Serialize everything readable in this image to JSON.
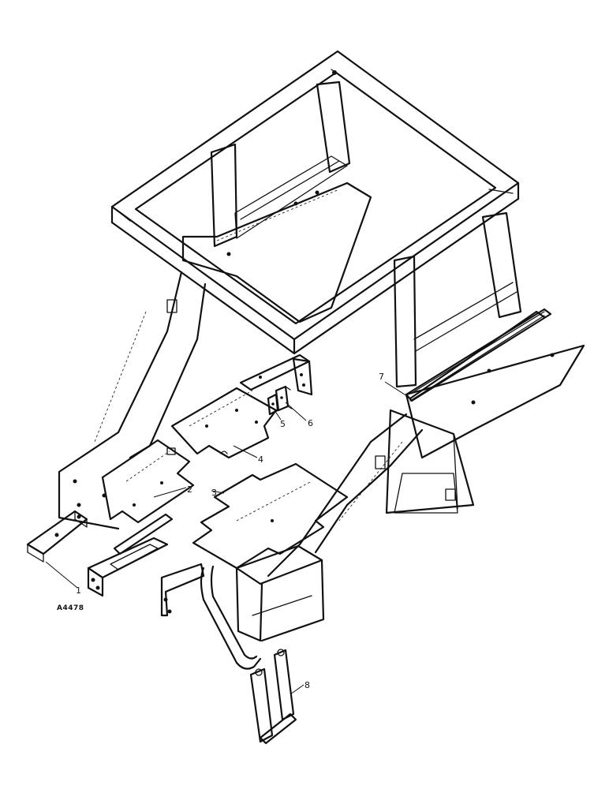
{
  "diagram": {
    "figure_code": "A4478",
    "callouts": [
      {
        "id": "1",
        "label": "1"
      },
      {
        "id": "2",
        "label": "2"
      },
      {
        "id": "3",
        "label": "3"
      },
      {
        "id": "4",
        "label": "4"
      },
      {
        "id": "5",
        "label": "5"
      },
      {
        "id": "6",
        "label": "6"
      },
      {
        "id": "7",
        "label": "7"
      },
      {
        "id": "8",
        "label": "8"
      }
    ]
  }
}
